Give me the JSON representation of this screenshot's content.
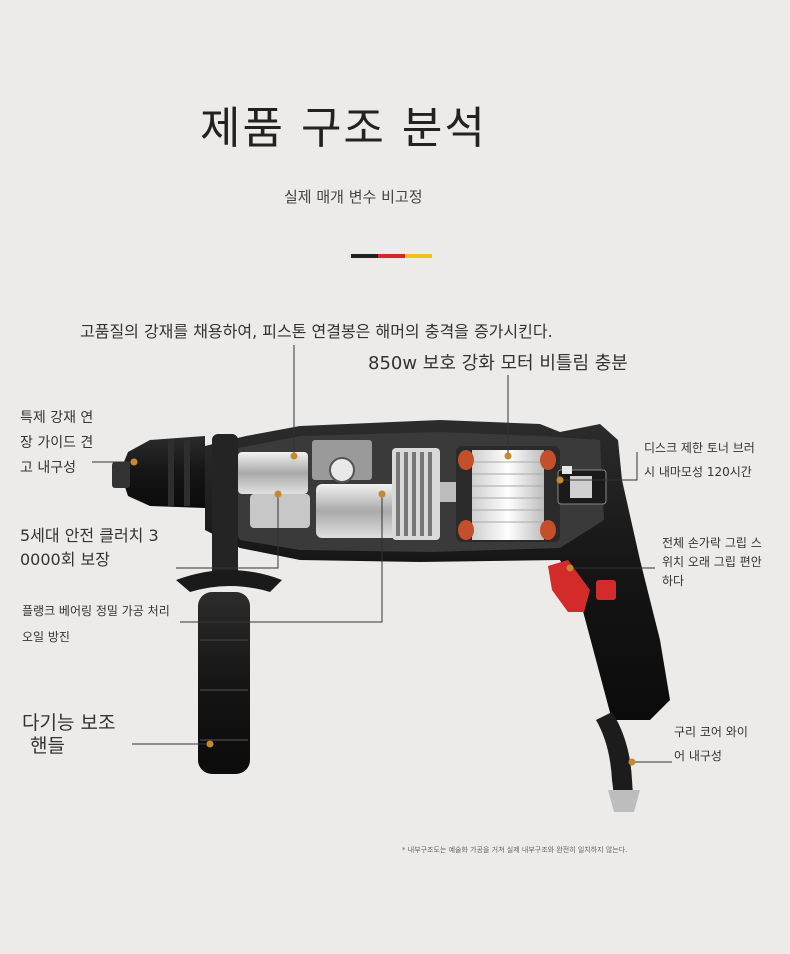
{
  "header": {
    "title": "제품 구조 분석",
    "subtitle": "실제 매개 변수 비고정"
  },
  "accent_stripe": {
    "colors": [
      "#222222",
      "#d8242a",
      "#f2c31b"
    ]
  },
  "callouts": {
    "top": "고품질의 강재를 채용하여, 피스톤 연결봉은 해머의 충격을 증가시킨다.",
    "motor": "850w 보호 강화 모터 비틀림 충분",
    "chuck_line1": "특제 강재 연",
    "chuck_line2": "장 가이드 견",
    "chuck_line3": "고 내구성",
    "clutch_line1": "5세대 안전 클러치 3",
    "clutch_line2": "0000회 보장",
    "bearing_line1": "플랭크 베어링 정밀 가공 처리",
    "bearing_line2": "오일 방진",
    "handle_line1": "다기능 보조",
    "handle_line2": "핸들",
    "brush_line1": "디스크 제한 토너 브러",
    "brush_line2": "시 내마모성 120시간",
    "grip_line1": "전체 손가락 그립 스",
    "grip_line2": "위치 오래 그립 편안",
    "grip_line3": "하다",
    "wire_line1": "구리 코어 와이",
    "wire_line2": "어 내구성"
  },
  "footnote": "* 내부구조도는 예술화 가공을 거쳐 실제 내부구조와 완전히 일치하지 않는다.",
  "colors": {
    "background": "#ecebea",
    "leader_line": "#333333",
    "marker_dot": "#c8892e",
    "drill_body": "#1d1d1d",
    "switch_red": "#d32a2a",
    "copper": "#c9a37a"
  },
  "icons": [
    "drill-illustration"
  ]
}
